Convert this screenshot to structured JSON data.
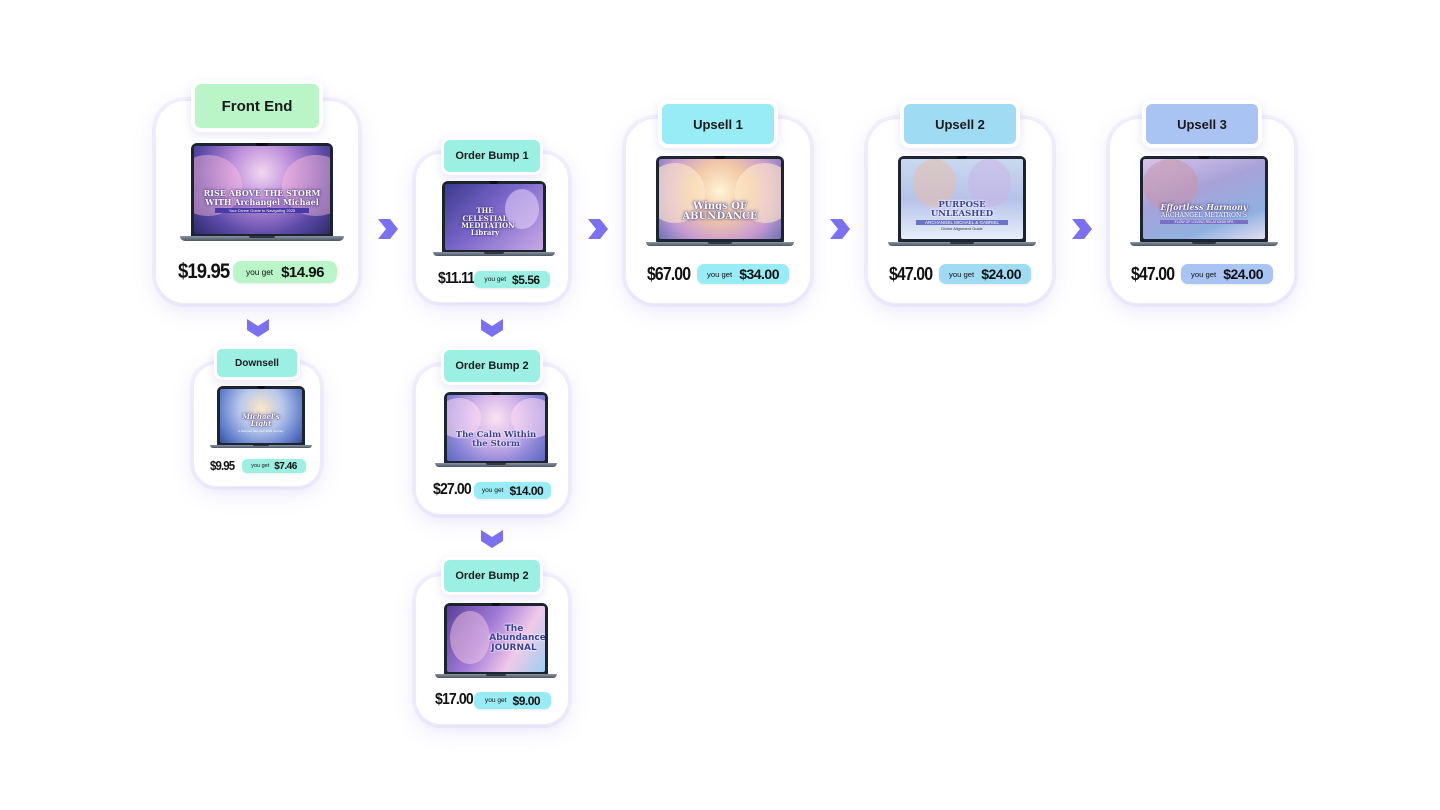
{
  "colors": {
    "front_end_tag": "#b9f5c6",
    "order_bump_tag": "#9cf0e3",
    "upsell1_tag": "#97ecf5",
    "upsell2_tag": "#9fdcf4",
    "upsell3_tag": "#a9c4f2",
    "arrow": "#7b6ff2"
  },
  "shared": {
    "you_get_label": "you get"
  },
  "nodes": {
    "front_end": {
      "tag": "Front End",
      "screen_title": "RISE ABOVE THE STORM WITH Archangel Michael",
      "screen_subtitle": "Your Divine Guide to Navigating 2025",
      "price": "$19.95",
      "you_get": "$14.96"
    },
    "downsell": {
      "tag": "Downsell",
      "screen_title": "Michael's Light",
      "screen_subtitle": "A Glimpse Into Your 2025 Journey",
      "price": "$9.95",
      "you_get": "$7.46"
    },
    "order_bump_1": {
      "tag": "Order Bump 1",
      "screen_title": "THE CELESTIAL MEDITATION Library",
      "price": "$11.11",
      "you_get": "$5.56"
    },
    "order_bump_2a": {
      "tag": "Order Bump 2",
      "screen_title": "The Calm Within the Storm",
      "price": "$27.00",
      "you_get": "$14.00"
    },
    "order_bump_2b": {
      "tag": "Order Bump 2",
      "screen_title": "The Abundance JOURNAL",
      "price": "$17.00",
      "you_get": "$9.00"
    },
    "upsell_1": {
      "tag": "Upsell 1",
      "screen_title": "Wings OF ABUNDANCE",
      "price": "$67.00",
      "you_get": "$34.00"
    },
    "upsell_2": {
      "tag": "Upsell 2",
      "screen_title": "PURPOSE UNLEASHED",
      "screen_subtitle": "ARCHANGEL MICHAEL & GABRIEL",
      "screen_caption": "Divine Alignment Guide",
      "price": "$47.00",
      "you_get": "$24.00"
    },
    "upsell_3": {
      "tag": "Upsell 3",
      "screen_title": "Effortless Harmony",
      "screen_subtitle": "ARCHANGEL METATRON'S",
      "screen_caption": "FLOW OF LOVING RELATIONSHIPS",
      "price": "$47.00",
      "you_get": "$24.00"
    }
  }
}
